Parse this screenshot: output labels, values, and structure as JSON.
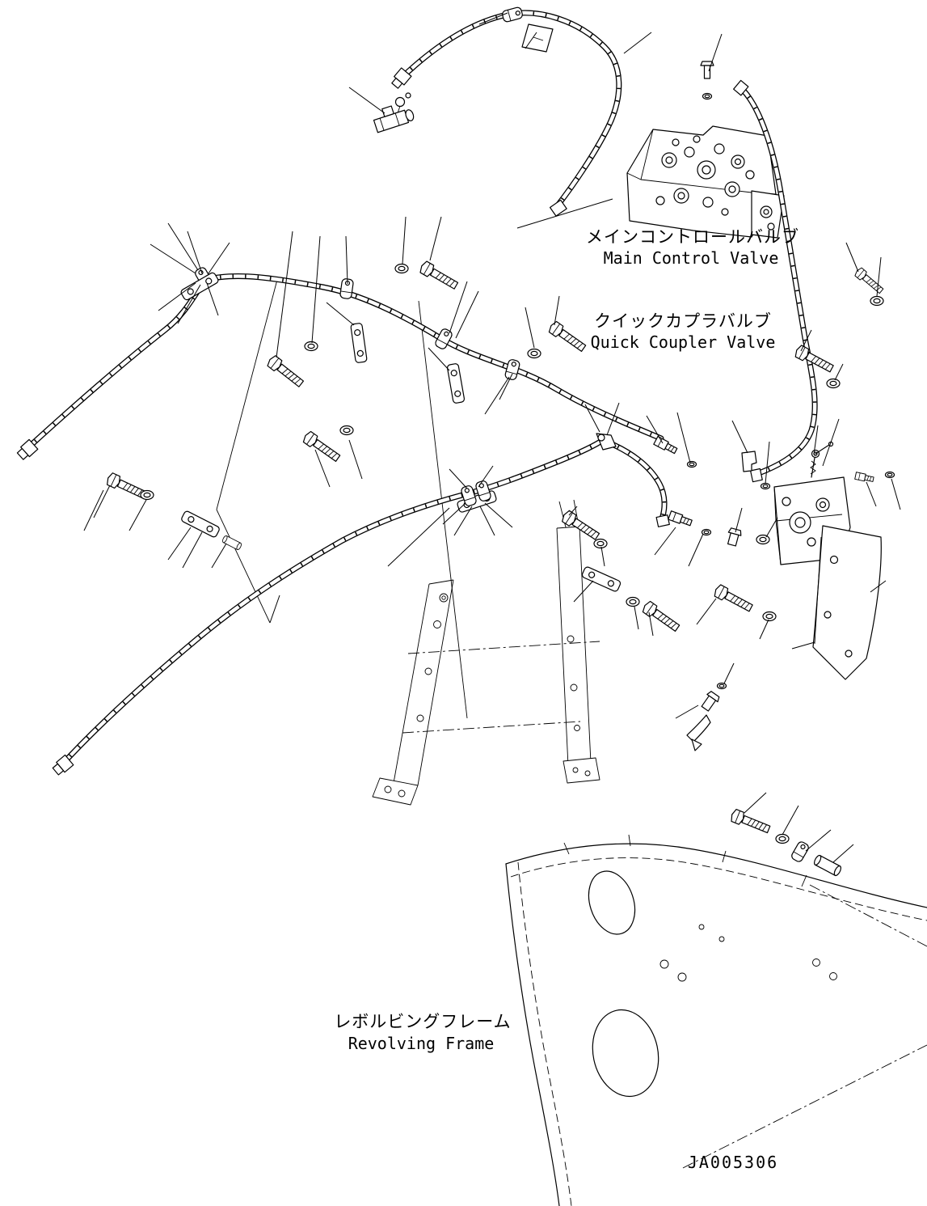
{
  "labels": {
    "main_control_valve": {
      "jp": "メインコントロールバルブ",
      "en": "Main Control Valve"
    },
    "quick_coupler_valve": {
      "jp": "クイックカプラバルブ",
      "en": "Quick Coupler Valve"
    },
    "revolving_frame": {
      "jp": "レボルビングフレーム",
      "en": "Revolving Frame"
    },
    "drawing_number": "JA005306"
  }
}
